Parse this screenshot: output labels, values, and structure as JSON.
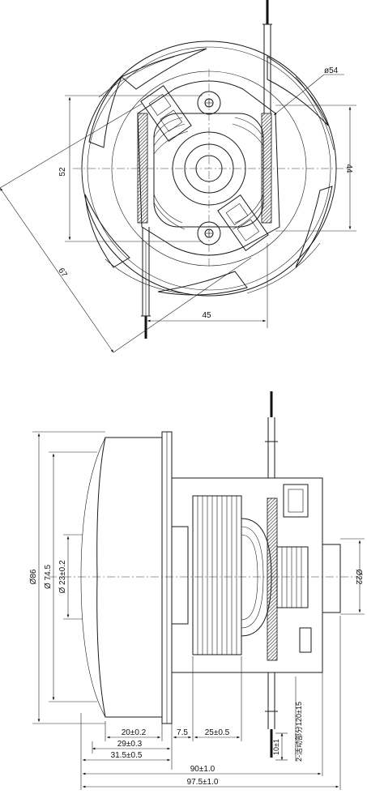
{
  "top_view": {
    "dims": {
      "phi54": "ø54",
      "d52": "52",
      "d44": "44",
      "d67": "67",
      "d45": "45"
    }
  },
  "side_view": {
    "dims": {
      "phi86": "Ø86",
      "phi74_5": "Ø 74.5",
      "phi23": "Ø 23±0.2",
      "phi22": "Ø22",
      "d20": "20±0.2",
      "d29": "29±0.3",
      "d31_5": "31.5±0.5",
      "d7_5": "7.5",
      "d25": "25±0.5",
      "d10": "10±1",
      "d90": "90±1.0",
      "d97_5": "97.5±1.0",
      "note_move": "2-活动部分120±15"
    }
  }
}
